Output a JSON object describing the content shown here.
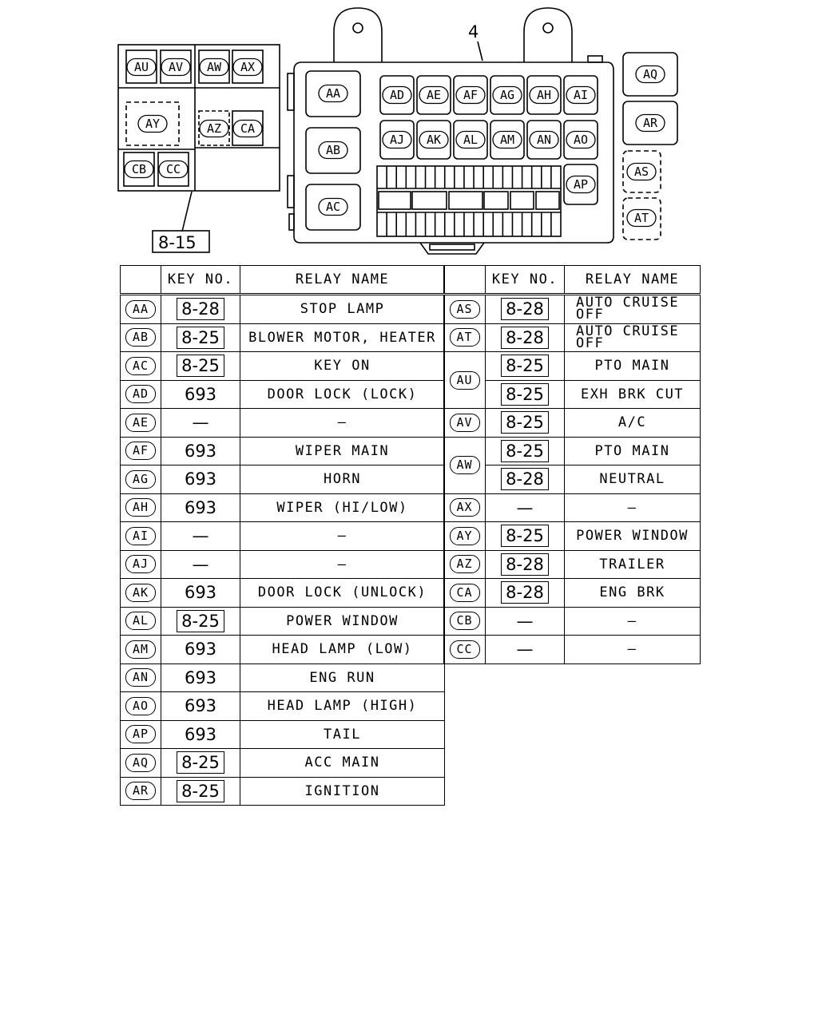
{
  "diagram": {
    "callout_number": "4",
    "reference_label": "8-15",
    "sub_block_labels": [
      "AU",
      "AV",
      "AW",
      "AX",
      "AY",
      "AZ",
      "CA",
      "CB",
      "CC"
    ],
    "main_block_labels": [
      "AA",
      "AB",
      "AC",
      "AD",
      "AE",
      "AF",
      "AG",
      "AH",
      "AI",
      "AJ",
      "AK",
      "AL",
      "AM",
      "AN",
      "AO",
      "AP"
    ],
    "side_labels": [
      "AQ",
      "AR",
      "AS",
      "AT"
    ]
  },
  "table": {
    "headers": {
      "key_no": "KEY NO.",
      "relay_name": "RELAY NAME"
    },
    "left_rows": [
      {
        "id": "AA",
        "key": "8-28",
        "key_boxed": true,
        "name": "STOP LAMP"
      },
      {
        "id": "AB",
        "key": "8-25",
        "key_boxed": true,
        "name": "BLOWER MOTOR, HEATER"
      },
      {
        "id": "AC",
        "key": "8-25",
        "key_boxed": true,
        "name": "KEY ON"
      },
      {
        "id": "AD",
        "key": "693",
        "key_boxed": false,
        "name": "DOOR LOCK (LOCK)"
      },
      {
        "id": "AE",
        "key": "—",
        "key_boxed": false,
        "name": "—"
      },
      {
        "id": "AF",
        "key": "693",
        "key_boxed": false,
        "name": "WIPER MAIN"
      },
      {
        "id": "AG",
        "key": "693",
        "key_boxed": false,
        "name": "HORN"
      },
      {
        "id": "AH",
        "key": "693",
        "key_boxed": false,
        "name": "WIPER (HI/LOW)"
      },
      {
        "id": "AI",
        "key": "—",
        "key_boxed": false,
        "name": "—"
      },
      {
        "id": "AJ",
        "key": "—",
        "key_boxed": false,
        "name": "—"
      },
      {
        "id": "AK",
        "key": "693",
        "key_boxed": false,
        "name": "DOOR LOCK (UNLOCK)"
      },
      {
        "id": "AL",
        "key": "8-25",
        "key_boxed": true,
        "name": "POWER WINDOW"
      },
      {
        "id": "AM",
        "key": "693",
        "key_boxed": false,
        "name": "HEAD LAMP (LOW)"
      },
      {
        "id": "AN",
        "key": "693",
        "key_boxed": false,
        "name": "ENG RUN"
      },
      {
        "id": "AO",
        "key": "693",
        "key_boxed": false,
        "name": "HEAD LAMP (HIGH)"
      },
      {
        "id": "AP",
        "key": "693",
        "key_boxed": false,
        "name": "TAIL"
      },
      {
        "id": "AQ",
        "key": "8-25",
        "key_boxed": true,
        "name": "ACC MAIN"
      },
      {
        "id": "AR",
        "key": "8-25",
        "key_boxed": true,
        "name": "IGNITION"
      }
    ],
    "right_rows": [
      {
        "id": "AS",
        "key": "8-28",
        "key_boxed": true,
        "name_line1": "AUTO CRUISE",
        "name_line2": "OFF"
      },
      {
        "id": "AT",
        "key": "8-28",
        "key_boxed": true,
        "name_line1": "AUTO CRUISE",
        "name_line2": "OFF"
      },
      {
        "id": "AU",
        "key": "8-25",
        "key_boxed": true,
        "name": "PTO MAIN",
        "key2": "8-25",
        "name2": "EXH BRK CUT"
      },
      {
        "id": "AV",
        "key": "8-25",
        "key_boxed": true,
        "name": "A/C"
      },
      {
        "id": "AW",
        "key": "8-25",
        "key_boxed": true,
        "name": "PTO MAIN",
        "key2": "8-28",
        "name2": "NEUTRAL"
      },
      {
        "id": "AX",
        "key": "—",
        "key_boxed": false,
        "name": "—"
      },
      {
        "id": "AY",
        "key": "8-25",
        "key_boxed": true,
        "name": "POWER WINDOW"
      },
      {
        "id": "AZ",
        "key": "8-28",
        "key_boxed": true,
        "name": "TRAILER"
      },
      {
        "id": "CA",
        "key": "8-28",
        "key_boxed": true,
        "name": "ENG BRK"
      },
      {
        "id": "CB",
        "key": "—",
        "key_boxed": false,
        "name": "—"
      },
      {
        "id": "CC",
        "key": "—",
        "key_boxed": false,
        "name": "—"
      }
    ]
  }
}
